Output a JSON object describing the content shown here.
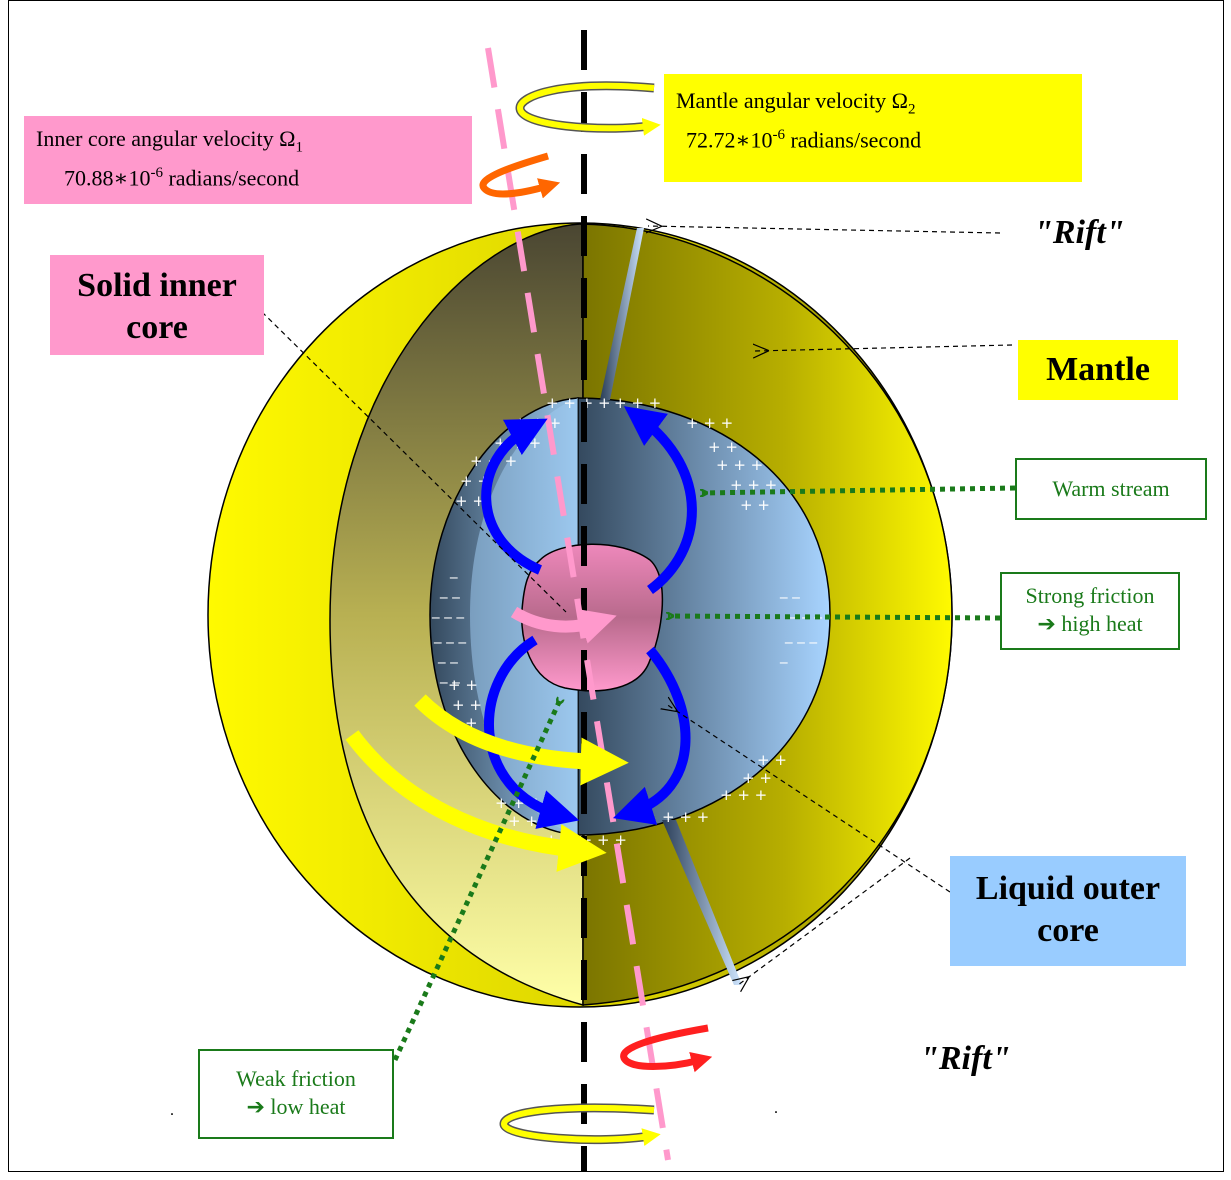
{
  "labels": {
    "inner_core_velocity": {
      "line1": "Inner core angular velocity Ω",
      "sub1": "1",
      "line2": "70.88∗10",
      "exp2": "-6",
      "unit2": " radians/second"
    },
    "mantle_velocity": {
      "line1": "Mantle angular velocity Ω",
      "sub1": "2",
      "line2": "72.72∗10",
      "exp2": "-6",
      "unit2": " radians/second"
    },
    "solid_inner_core": "Solid inner core",
    "mantle": "Mantle",
    "liquid_outer_core": "Liquid outer core",
    "rift_top": "\"Rift\"",
    "rift_bottom": "\"Rift\"",
    "warm_stream": "Warm stream",
    "strong_friction_line1": "Strong friction",
    "strong_friction_line2": "high heat",
    "weak_friction_line1": "Weak friction",
    "weak_friction_line2": "low heat",
    "arrow_glyph": "➔",
    "dot": "."
  },
  "colors": {
    "mantle": "#ffff00",
    "mantle_dark": "#807a00",
    "inner_core": "#ff99cc",
    "outer_core": "#99ccff",
    "outer_core_dark": "#34495e",
    "convection_arrows": "#0000ff",
    "flow_arrows": "#ffff00",
    "pointer_green": "#1a7a1a",
    "rotation_axis": "#000000",
    "inner_axis": "#ff99cc"
  }
}
